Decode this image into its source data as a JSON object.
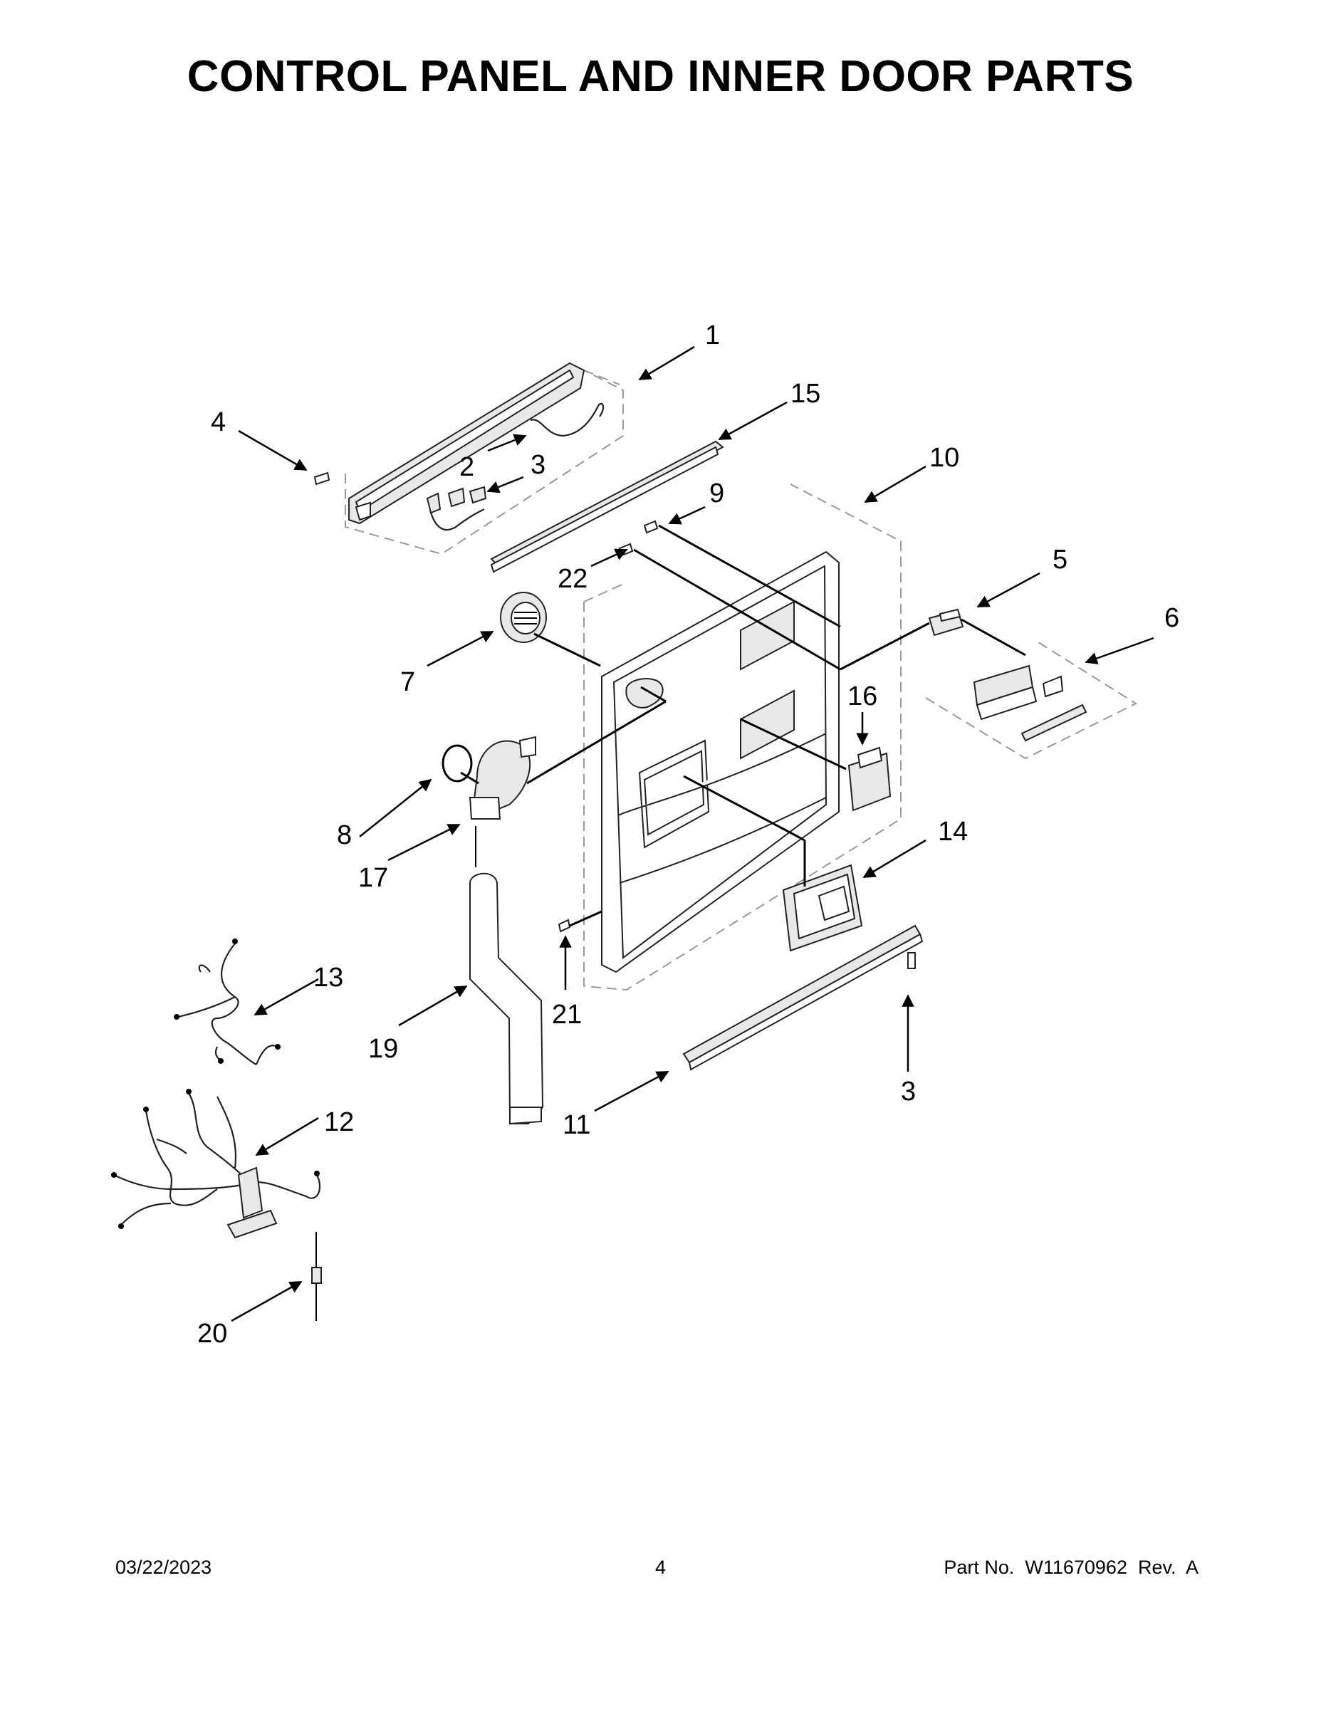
{
  "title": "CONTROL PANEL AND INNER DOOR PARTS",
  "callouts": {
    "c1": "1",
    "c2": "2",
    "c3a": "3",
    "c3b": "3",
    "c4": "4",
    "c5": "5",
    "c6": "6",
    "c7": "7",
    "c8": "8",
    "c9": "9",
    "c10": "10",
    "c11": "11",
    "c12": "12",
    "c13": "13",
    "c14": "14",
    "c15": "15",
    "c16": "16",
    "c17": "17",
    "c19": "19",
    "c20": "20",
    "c21": "21",
    "c22": "22"
  },
  "footer": {
    "date": "03/22/2023",
    "page": "4",
    "part_number": "Part No.  W11670962  Rev.  A"
  }
}
